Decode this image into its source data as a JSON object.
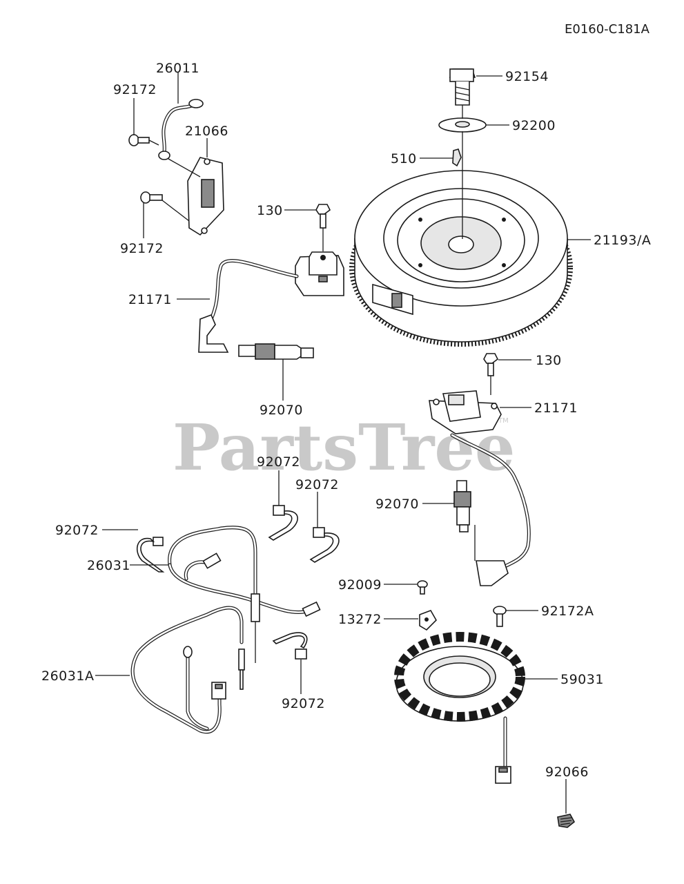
{
  "diagram_code": "E0160-C181A",
  "watermark": {
    "text": "PartsTree",
    "mark": "TM"
  },
  "parts": {
    "p92154": "92154",
    "p92200": "92200",
    "p510": "510",
    "p21193A": "21193/A",
    "p130_top": "130",
    "p130_right": "130",
    "p21171_left": "21171",
    "p21171_right": "21171",
    "p92070_left": "92070",
    "p92070_right": "92070",
    "p26011": "26011",
    "p92172_top": "92172",
    "p92172_bottom": "92172",
    "p21066": "21066",
    "p92072_a": "92072",
    "p92072_b": "92072",
    "p92072_c": "92072",
    "p92072_d": "92072",
    "p26031": "26031",
    "p26031A": "26031A",
    "p92009": "92009",
    "p13272": "13272",
    "p92172A": "92172A",
    "p59031": "59031",
    "p92066": "92066"
  }
}
